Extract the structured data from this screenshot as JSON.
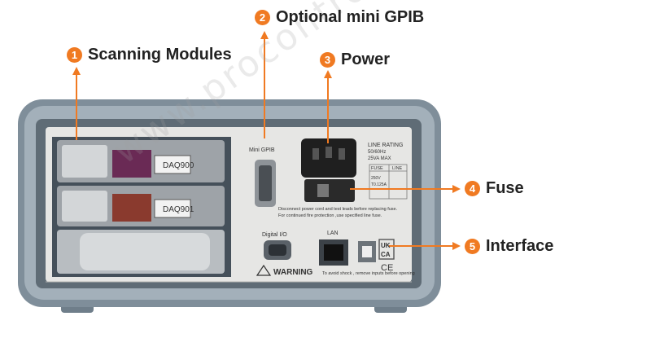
{
  "callouts": [
    {
      "num": "1",
      "label": "Scanning Modules"
    },
    {
      "num": "2",
      "label": "Optional mini GPIB"
    },
    {
      "num": "3",
      "label": "Power"
    },
    {
      "num": "4",
      "label": "Fuse"
    },
    {
      "num": "5",
      "label": "Interface"
    }
  ],
  "panel": {
    "module1": "DAQ900",
    "module2": "DAQ901",
    "gpib_label": "Mini GPIB",
    "digital_io": "Digital I/O",
    "lan": "LAN",
    "line_rating": "LINE RATING",
    "freq": "50/60Hz",
    "power_max": "25VA  MAX",
    "fuse_hdr": "FUSE",
    "line_hdr": "LINE",
    "fuse_v": "250V",
    "fuse_a": "T0.125A",
    "disconnect_1": "Disconnect power cord and test leads before replacing fuse.",
    "disconnect_2": "For continued fire protection ,use specified line fuse.",
    "warning": "WARNING",
    "warning_small": "To avoid shock , remove inputs before opening",
    "uk": "UK",
    "ca": "CA",
    "ce": "CE"
  },
  "watermark": "www.procontrol.hu",
  "colors": {
    "accent": "#f07a22",
    "bezel": "#8b9aa6",
    "panel": "#e6e6e4"
  }
}
